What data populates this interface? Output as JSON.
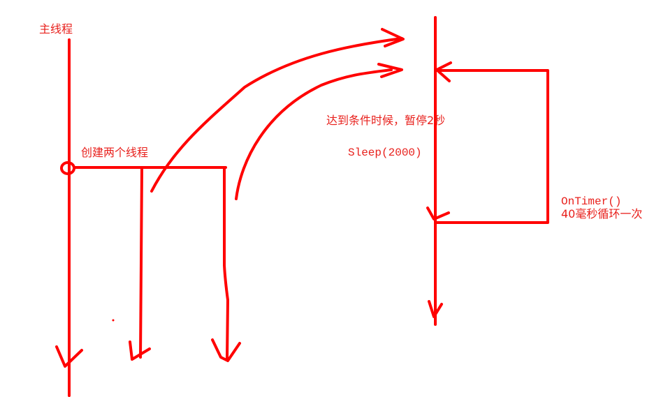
{
  "colors": {
    "stroke": "#ff0000",
    "text": "#e8201c",
    "background": "#ffffff"
  },
  "labels": {
    "main_thread": "主线程",
    "create_threads": "创建两个线程",
    "pause_condition": "达到条件时候，暂停2秒",
    "sleep_call": "Sleep(2000)",
    "ontimer_call": "OnTimer()",
    "ontimer_desc": "40毫秒循环一次"
  }
}
